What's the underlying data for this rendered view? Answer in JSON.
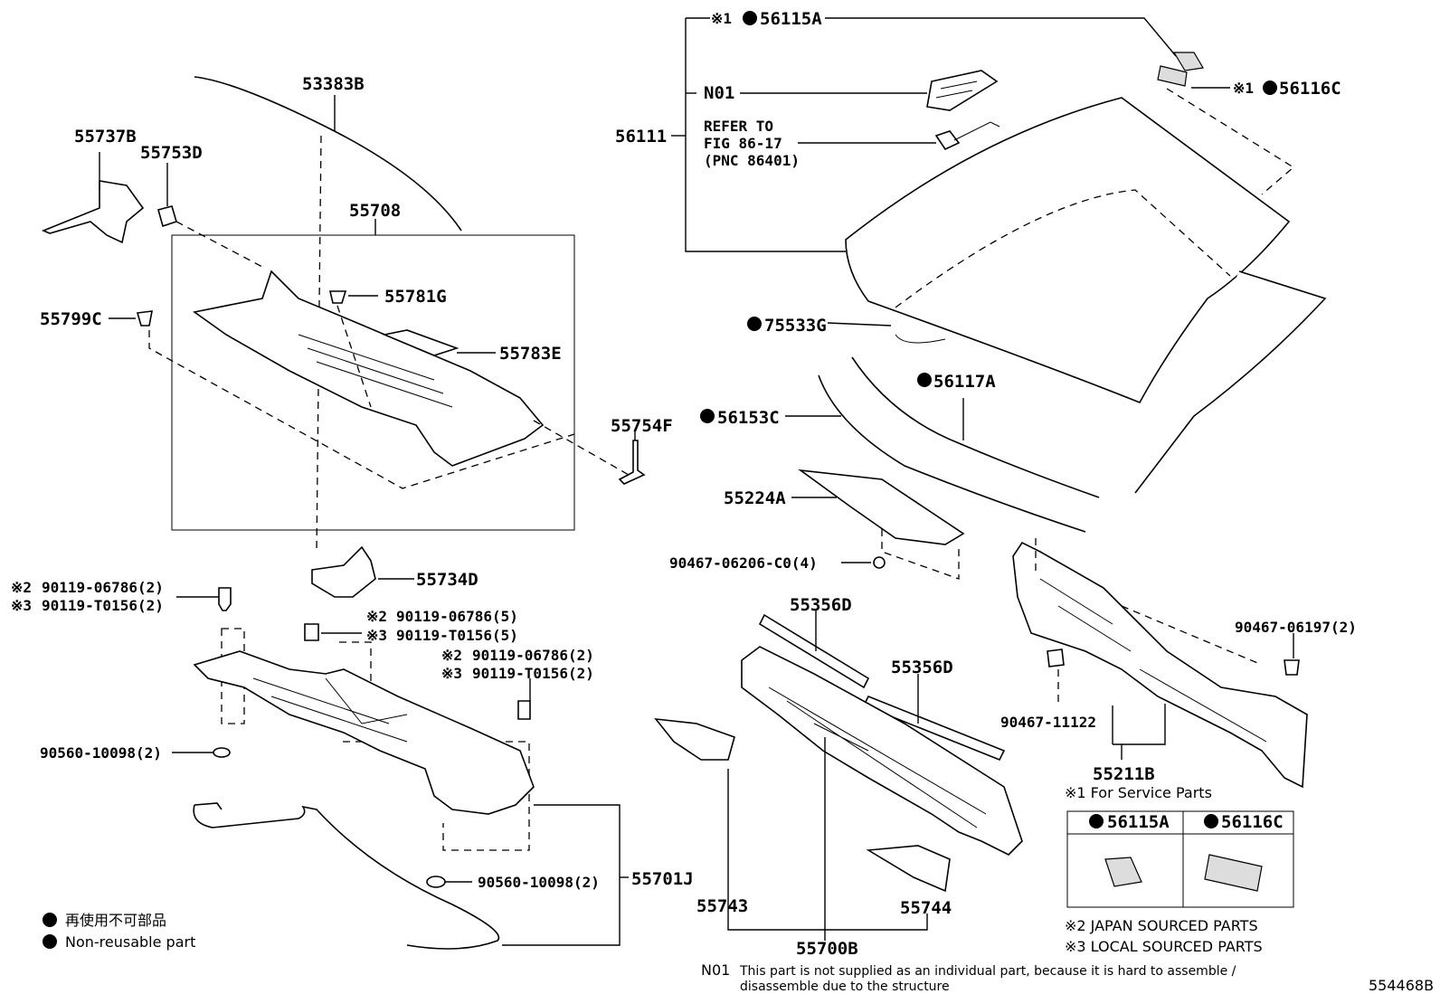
{
  "labels": {
    "p56115A": "56115A",
    "p56116C": "56116C",
    "pN01": "N01",
    "p56111": "56111",
    "refer1": "REFER TO",
    "refer2": "FIG 86-17",
    "refer3": "(PNC 86401)",
    "p53383B": "53383B",
    "p55737B": "55737B",
    "p55753D": "55753D",
    "p55708": "55708",
    "p55781G": "55781G",
    "p55799C": "55799C",
    "p55783E": "55783E",
    "p75533G": "75533G",
    "p56117A": "56117A",
    "p56153C": "56153C",
    "p55754F": "55754F",
    "p55224A": "55224A",
    "p9046706206": "90467-06206-C0(4)",
    "p55734D": "55734D",
    "p9011906786a": "90119-06786(2)",
    "p90119T0156a": "90119-T0156(2)",
    "p9011906786b": "90119-06786(5)",
    "p90119T0156b": "90119-T0156(5)",
    "p9011906786c": "90119-06786(2)",
    "p90119T0156c": "90119-T0156(2)",
    "p55356Da": "55356D",
    "p55356Db": "55356D",
    "p9046706197": "90467-06197(2)",
    "p9046711122": "90467-11122",
    "p55211B": "55211B",
    "p9056010098a": "90560-10098(2)",
    "p9056010098b": "90560-10098(2)",
    "p55701J": "55701J",
    "p55743": "55743",
    "p55744": "55744",
    "p55700B": "55700B",
    "mark1": "※1",
    "mark2": "※2",
    "mark3": "※3"
  },
  "legend": {
    "service_note": "※1 For Service Parts",
    "col1": "56115A",
    "col2": "56116C",
    "japan": "※2 JAPAN SOURCED PARTS",
    "local": "※3 LOCAL SOURCED PARTS",
    "nonreuse_jp": "再使用不可部品",
    "nonreuse_en": "Non-reusable part",
    "n01_code": "N01",
    "n01_line1": "This part is not supplied as an individual part, because it is hard to assemble /",
    "n01_line2": "disassemble due to the structure",
    "figure_id": "554468B"
  }
}
